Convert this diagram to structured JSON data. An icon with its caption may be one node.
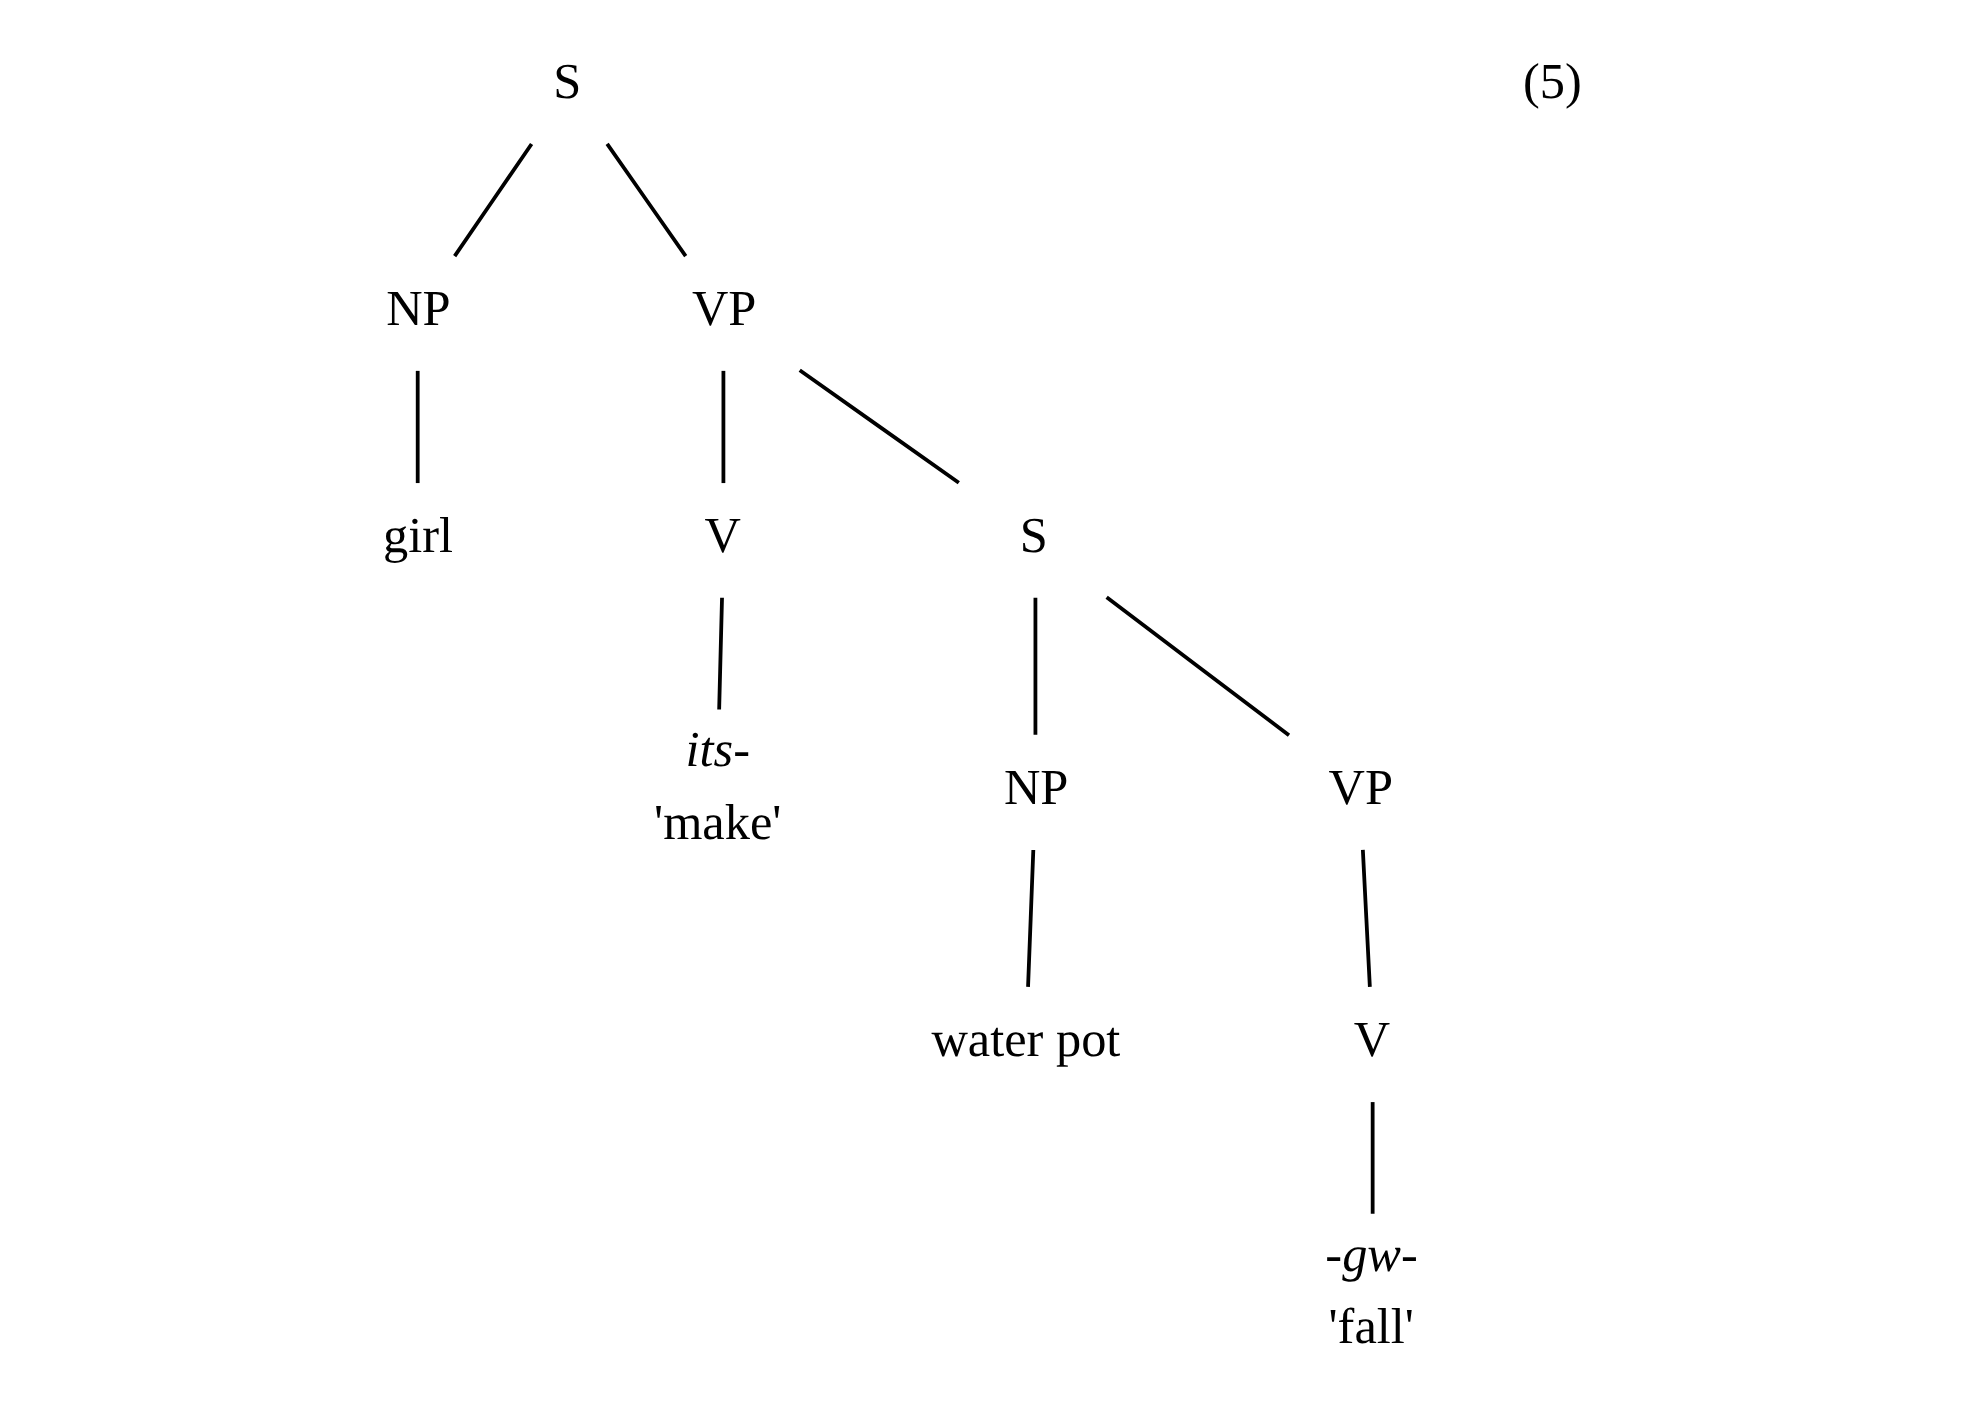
{
  "diagram": {
    "nodes": [
      {
        "text": [
          "S"
        ]
      },
      {
        "text": [
          "NP"
        ]
      },
      {
        "text": [
          "VP"
        ]
      },
      {
        "text": [
          "girl"
        ]
      },
      {
        "text": [
          "V"
        ]
      },
      {
        "text": [
          "S"
        ]
      },
      {
        "text": [
          "its-"
        ],
        "beside": [
          "'make'"
        ]
      },
      {
        "text": [
          "NP"
        ]
      },
      {
        "text": [
          "VP"
        ]
      },
      {
        "text": [
          "water pot"
        ]
      },
      {
        "text": [
          "V"
        ]
      },
      {
        "text": [
          "-gw-"
        ],
        "beside": [
          "'fall'"
        ]
      }
    ],
    "edges": [
      {
        "from": 0,
        "to": 1,
        "arrow": "none"
      },
      {
        "from": 0,
        "to": 2,
        "arrow": "none"
      },
      {
        "from": 1,
        "to": 3,
        "arrow": "none"
      },
      {
        "from": 2,
        "to": 4,
        "arrow": "none"
      },
      {
        "from": 2,
        "to": 5,
        "arrow": "none"
      },
      {
        "from": 4,
        "to": 6,
        "arrow": "none"
      },
      {
        "from": 5,
        "to": 7,
        "arrow": "none"
      },
      {
        "from": 5,
        "to": 8,
        "arrow": "none"
      },
      {
        "from": 7,
        "to": 9,
        "arrow": "none"
      },
      {
        "from": 8,
        "to": 10,
        "arrow": "none"
      },
      {
        "from": 10,
        "to": 11,
        "arrow": "none"
      }
    ],
    "labels": [
      "(5)"
    ]
  }
}
